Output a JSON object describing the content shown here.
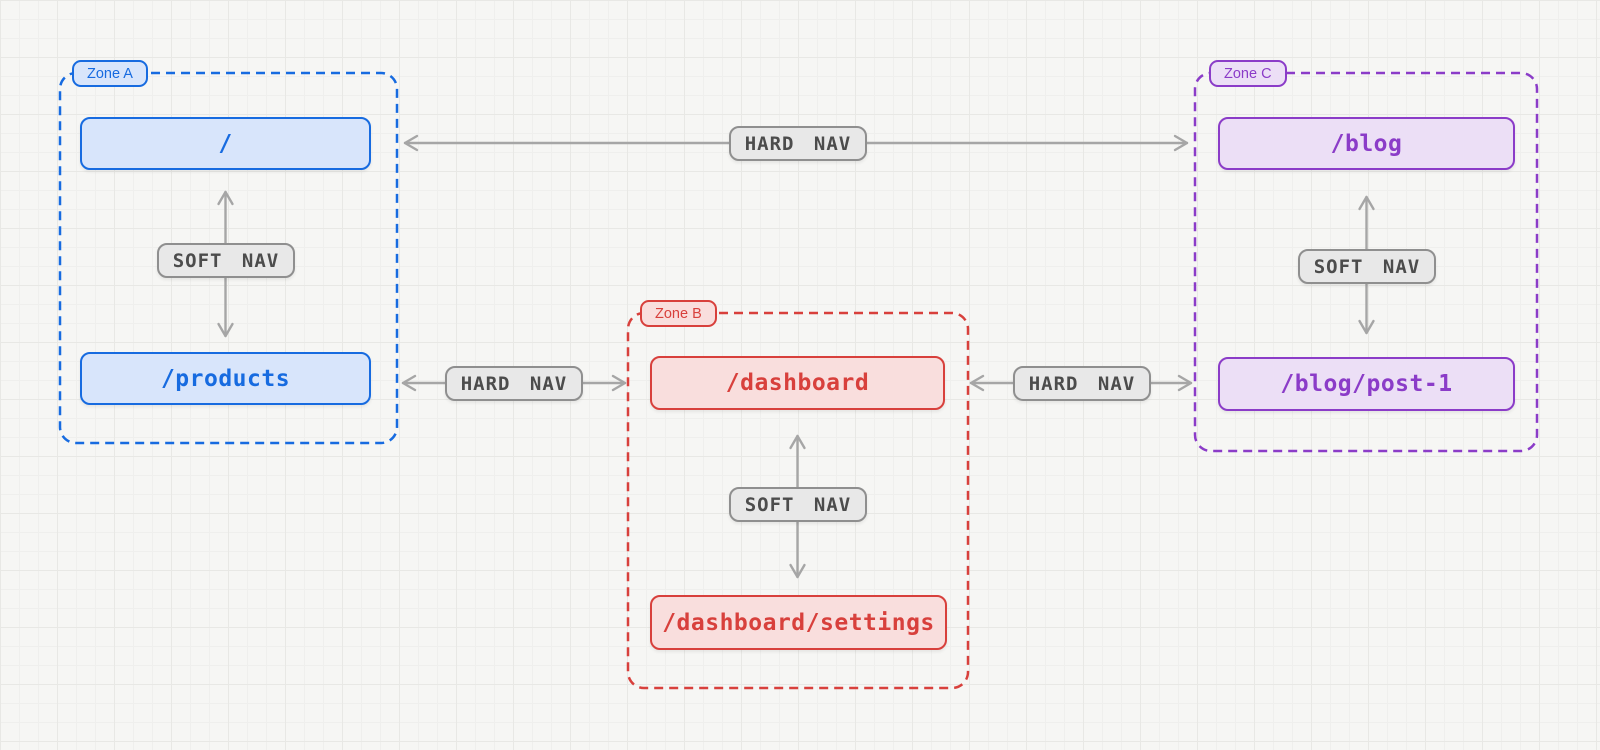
{
  "colors": {
    "blue": "#176be0",
    "blueFill": "#d8e5fb",
    "red": "#d8403c",
    "redFill": "#f9dedd",
    "purple": "#8b3cc8",
    "purpleFill": "#ecdff6",
    "edge": "#a6a6a6",
    "pillFill": "#e8e8e8",
    "pillBorder": "#8f8f8f",
    "pillText": "#4c4c4c",
    "bg": "#f6f6f4"
  },
  "diagram": {
    "zones": [
      {
        "label": "Zone A",
        "accent": "blue",
        "nodes": [
          {
            "label": "/"
          },
          {
            "label": "/products"
          }
        ],
        "internal_edge": {
          "label": "SOFT NAV",
          "from": "/",
          "to": "/products",
          "bidirectional": true
        }
      },
      {
        "label": "Zone B",
        "accent": "red",
        "nodes": [
          {
            "label": "/dashboard"
          },
          {
            "label": "/dashboard/settings"
          }
        ],
        "internal_edge": {
          "label": "SOFT NAV",
          "from": "/dashboard",
          "to": "/dashboard/settings",
          "bidirectional": true
        }
      },
      {
        "label": "Zone C",
        "accent": "purple",
        "nodes": [
          {
            "label": "/blog"
          },
          {
            "label": "/blog/post-1"
          }
        ],
        "internal_edge": {
          "label": "SOFT NAV",
          "from": "/blog",
          "to": "/blog/post-1",
          "bidirectional": true
        }
      }
    ],
    "edges": [
      {
        "label": "HARD NAV",
        "from": "/",
        "to": "/blog",
        "bidirectional": true
      },
      {
        "label": "HARD NAV",
        "from": "/products",
        "to": "/dashboard",
        "bidirectional": true
      },
      {
        "label": "HARD NAV",
        "from": "/dashboard",
        "to": "/blog/post-1",
        "bidirectional": true
      }
    ]
  }
}
